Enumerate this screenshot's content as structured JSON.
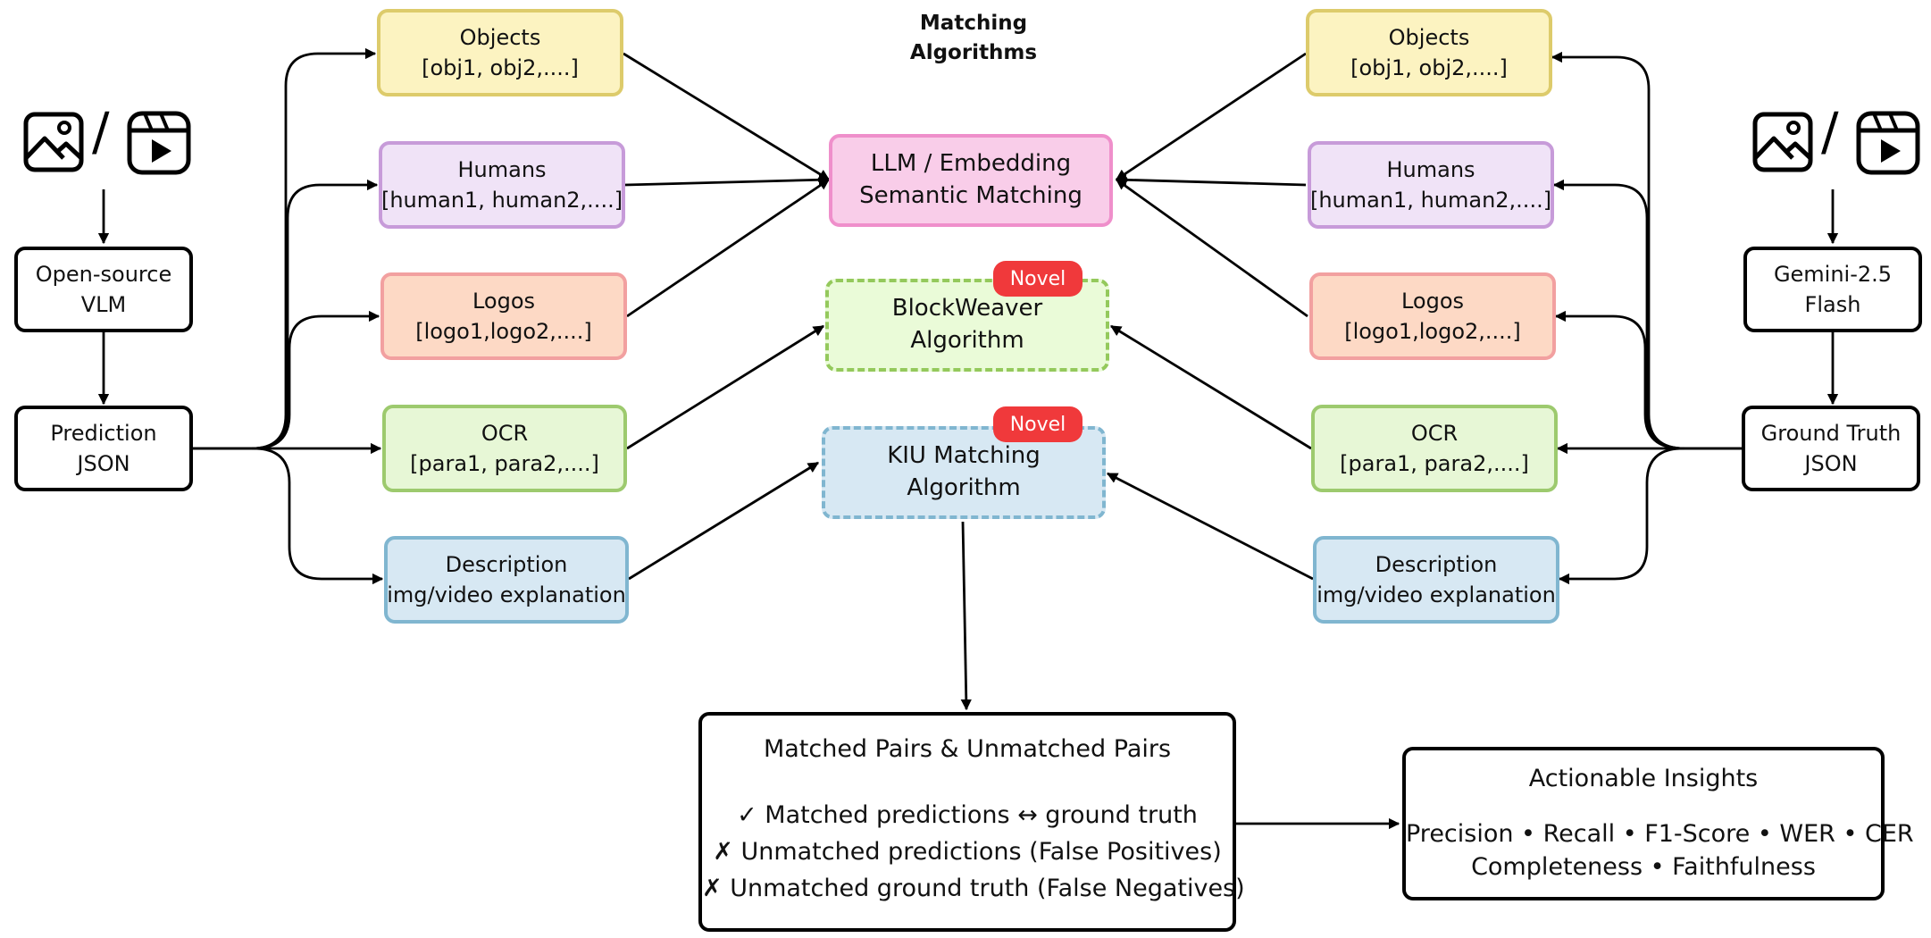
{
  "header": {
    "title_line1": "Matching",
    "title_line2": "Algorithms"
  },
  "left": {
    "model_line1": "Open-source",
    "model_line2": "VLM",
    "output_line1": "Prediction",
    "output_line2": "JSON",
    "media_icons": [
      "image-icon",
      "video-icon"
    ],
    "separator": "/"
  },
  "right": {
    "model_line1": "Gemini-2.5",
    "model_line2": "Flash",
    "output_line1": "Ground Truth",
    "output_line2": "JSON",
    "media_icons": [
      "image-icon",
      "video-icon"
    ],
    "separator": "/"
  },
  "categories": {
    "objects": {
      "label": "Objects",
      "items": "[obj1, obj2,....]"
    },
    "humans": {
      "label": "Humans",
      "items": "[human1, human2,....]"
    },
    "logos": {
      "label": "Logos",
      "items": "[logo1,logo2,....]"
    },
    "ocr": {
      "label": "OCR",
      "items": "[para1, para2,....]"
    },
    "description": {
      "label": "Description",
      "items": "img/video explanation"
    }
  },
  "algorithms": {
    "llm": {
      "line1": "LLM / Embedding",
      "line2": "Semantic Matching"
    },
    "blockweaver": {
      "line1": "BlockWeaver",
      "line2": "Algorithm",
      "badge": "Novel"
    },
    "kiu": {
      "line1": "KIU Matching",
      "line2": "Algorithm",
      "badge": "Novel"
    }
  },
  "matched": {
    "heading": "Matched Pairs & Unmatched Pairs",
    "line1": "✓ Matched predictions ↔ ground truth",
    "line2": "✗ Unmatched predictions (False Positives)",
    "line3": "✗ Unmatched ground truth (False Negatives)"
  },
  "insights": {
    "heading": "Actionable Insights",
    "line1": "Precision • Recall • F1-Score • WER • CER",
    "line2": "Completeness • Faithfulness"
  },
  "colors": {
    "objects_fill": "#fcf3c1",
    "objects_border": "#ddcb6b",
    "humans_fill": "#f0e3f7",
    "humans_border": "#c79bd9",
    "logos_fill": "#fdd9c5",
    "logos_border": "#f2a0a0",
    "ocr_fill": "#e7f7d6",
    "ocr_border": "#9dca6e",
    "description_fill": "#d7e8f3",
    "description_border": "#80b6d0",
    "llm_fill": "#f9cde9",
    "llm_border": "#ef8fcb",
    "badge": "#f0393b"
  }
}
